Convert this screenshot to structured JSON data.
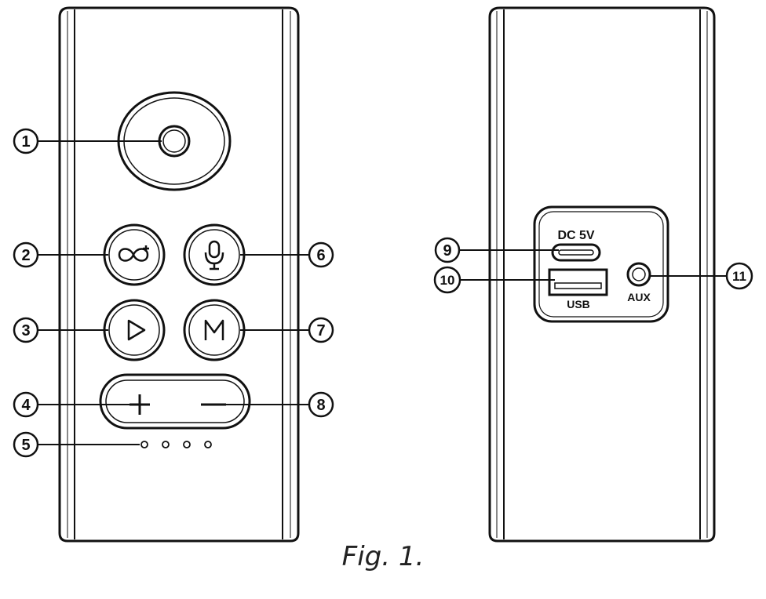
{
  "caption": "Fig. 1.",
  "callouts": {
    "c1": "1",
    "c2": "2",
    "c3": "3",
    "c4": "4",
    "c5": "5",
    "c6": "6",
    "c7": "7",
    "c8": "8",
    "c9": "9",
    "c10": "10",
    "c11": "11"
  },
  "port_labels": {
    "dc": "DC 5V",
    "usb": "USB",
    "aux": "AUX"
  },
  "icons": {
    "button1": "round-knob-icon",
    "button2": "infinity-plus-icon",
    "button3": "play-icon",
    "button4": "plus-icon",
    "button5": "indicator-dots",
    "button6": "microphone-icon",
    "button7": "m-letter-icon",
    "button8": "minus-icon"
  },
  "colors": {
    "line": "#111111",
    "background": "#ffffff"
  }
}
